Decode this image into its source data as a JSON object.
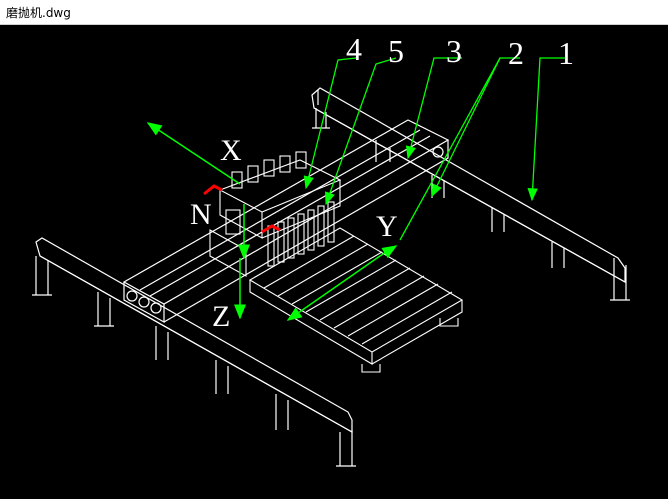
{
  "window": {
    "title": "磨抛机.dwg"
  },
  "drawing": {
    "callouts": [
      "4",
      "5",
      "3",
      "2",
      "1"
    ],
    "axes": {
      "x": "X",
      "y": "Y",
      "z": "Z",
      "n": "N"
    }
  },
  "colors": {
    "background": "#000000",
    "lines": "#ffffff",
    "leaders": "#00ff00",
    "marker": "#ff0000"
  }
}
